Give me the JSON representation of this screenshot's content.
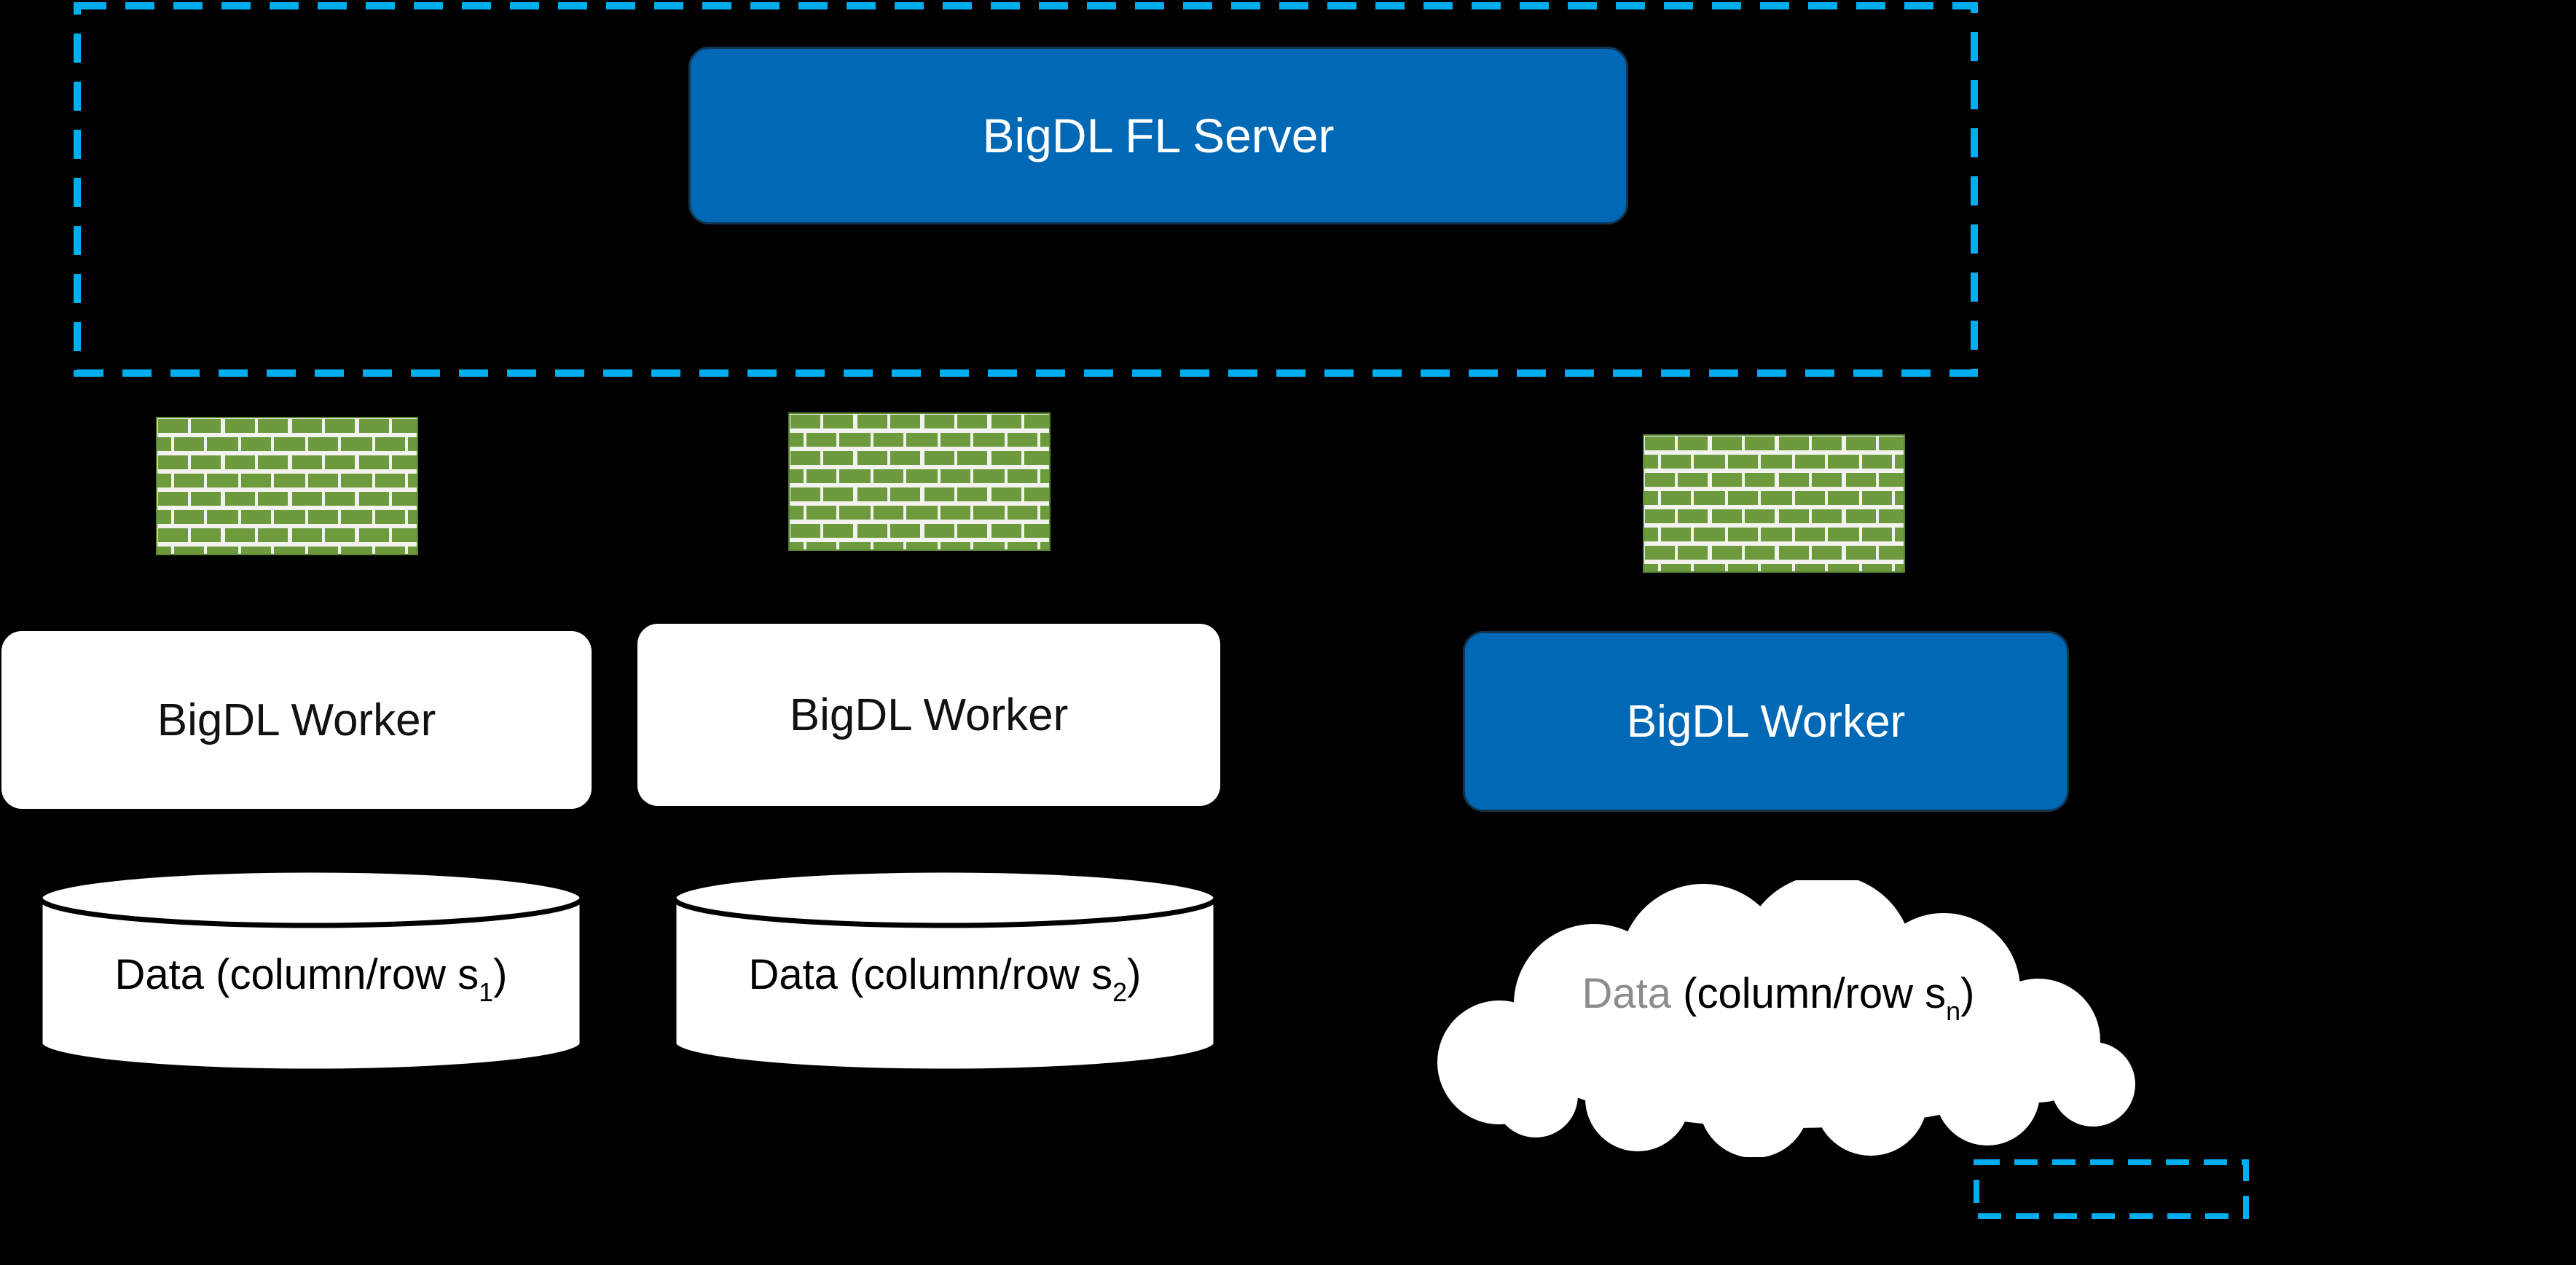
{
  "colors": {
    "background": "#000000",
    "boundary_dash_cyan": "#00AEEF",
    "intel_blue": "#0068B5",
    "brick_green": "#6C9A3C",
    "text_dark": "#111111",
    "text_light": "#FFFFFF",
    "cloud_data_gray": "#8C8C8C"
  },
  "server": {
    "label": "BigDL FL Server"
  },
  "workers": [
    {
      "label": "BigDL Worker",
      "style": "white"
    },
    {
      "label": "BigDL Worker",
      "style": "white"
    },
    {
      "label": "BigDL Worker",
      "style": "blue"
    }
  ],
  "datastores": [
    {
      "shape": "cylinder",
      "prefix": "Data (column/row s",
      "sub": "1",
      "suffix": ")"
    },
    {
      "shape": "cylinder",
      "prefix": "Data (column/row s",
      "sub": "2",
      "suffix": ")"
    },
    {
      "shape": "cloud",
      "word": "Data",
      "mid": " (column/row s",
      "sub": "n",
      "suffix": ")"
    }
  ],
  "icons": {
    "firewall": "brick-wall-icon"
  }
}
